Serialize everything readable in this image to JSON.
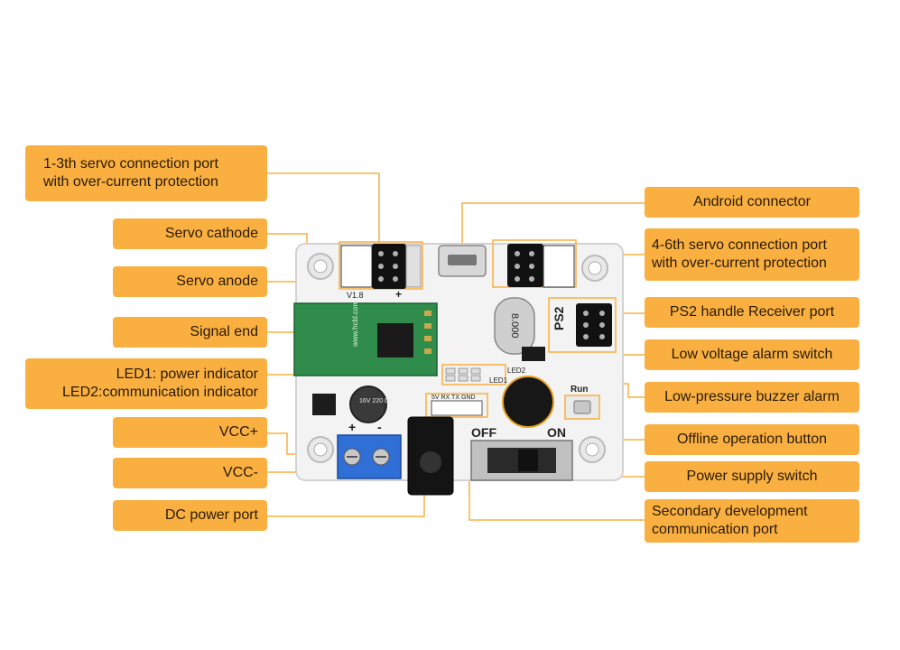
{
  "labels": {
    "servo_port_1_3": "1-3th servo connection port\nwith over-current protection",
    "servo_cathode": "Servo cathode",
    "servo_anode": "Servo anode",
    "signal_end": "Signal end",
    "led_indicators": "LED1: power indicator\nLED2:communication indicator",
    "vcc_plus": "VCC+",
    "vcc_minus": "VCC-",
    "dc_power_port": "DC power port",
    "android_connector": "Android connector",
    "servo_port_4_6": "4-6th servo connection port\nwith over-current protection",
    "ps2_receiver": "PS2 handle Receiver port",
    "low_voltage_switch": "Low voltage alarm switch",
    "buzzer_alarm": "Low-pressure buzzer alarm",
    "offline_button": "Offline operation button",
    "power_switch": "Power supply switch",
    "secondary_port": "Secondary development\ncommunication port"
  },
  "board_text": {
    "version": "V1.8",
    "ps2": "PS2",
    "crystal": "8.000",
    "led1": "LED1",
    "led2": "LED2",
    "header_pins": "5V RX TX GND",
    "off": "OFF",
    "on": "ON",
    "run": "Run",
    "cap": "16V 220 DK",
    "site": "www.hcbl.com",
    "plus": "+",
    "minus": "-"
  },
  "colors": {
    "label_bg": "#f9b040",
    "leader_line": "#f9b040",
    "board": "#f3f3f3",
    "terminal_blue": "#2f6fd6"
  }
}
